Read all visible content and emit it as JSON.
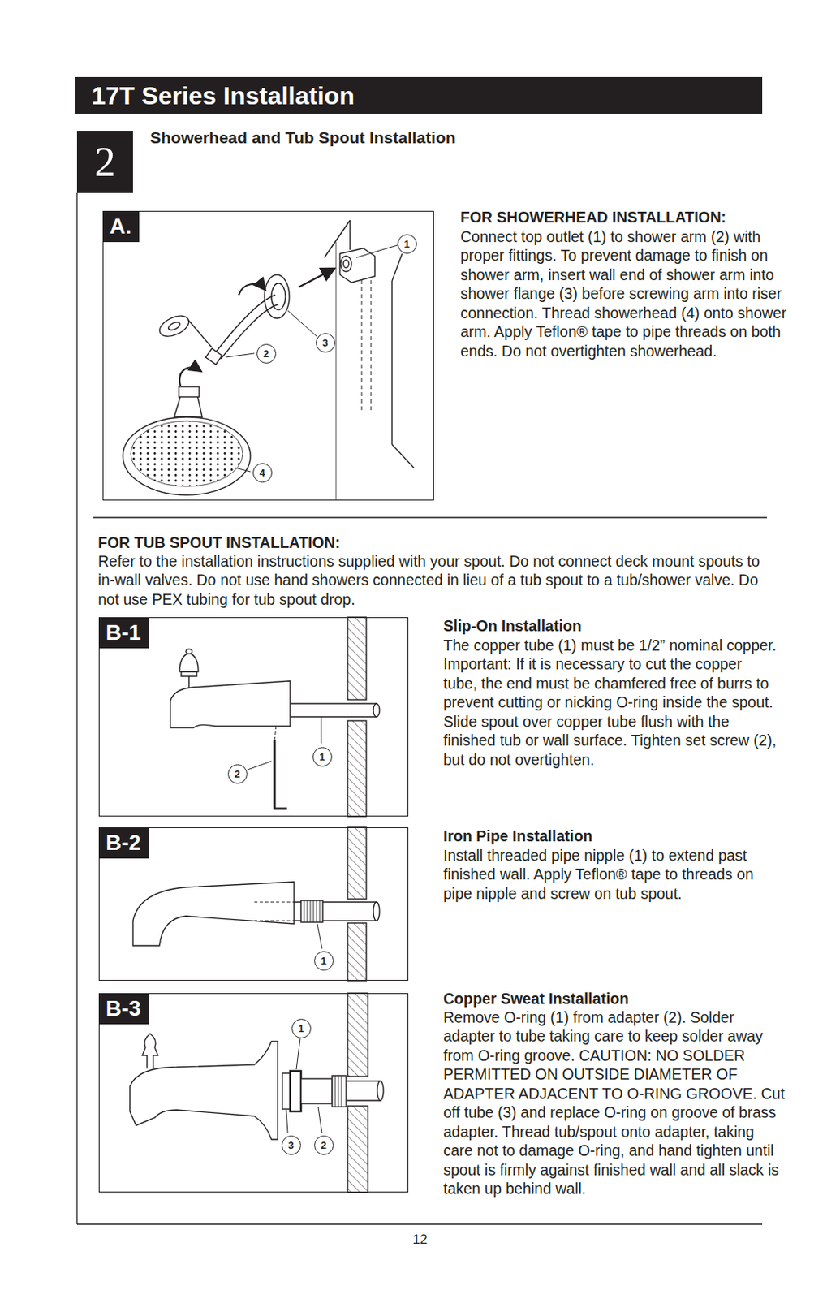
{
  "diagram": {
    "title": "17T Series Installation",
    "nodes": [
      {
        "text": [
          "2"
        ]
      },
      {
        "text": [
          "A."
        ]
      },
      {
        "text": [
          "1"
        ],
        "in": 1
      },
      {
        "text": [
          "3"
        ],
        "in": 1
      },
      {
        "text": [
          "2"
        ],
        "in": 1
      },
      {
        "text": [
          "4"
        ],
        "in": 1
      },
      {
        "text": [
          "B-1"
        ]
      },
      {
        "text": [
          "1"
        ],
        "in": 6
      },
      {
        "text": [
          "2"
        ],
        "in": 6
      },
      {
        "text": [
          "B-2"
        ]
      },
      {
        "text": [
          "1"
        ],
        "in": 9
      },
      {
        "text": [
          "B-3"
        ]
      },
      {
        "text": [
          "1"
        ],
        "in": 11
      },
      {
        "text": [
          "3"
        ],
        "in": 11
      },
      {
        "text": [
          "2"
        ],
        "in": 11
      }
    ],
    "labels": [
      "Showerhead and Tub Spout Installation",
      "FOR SHOWERHEAD INSTALLATION:",
      "Connect top outlet (1) to shower arm (2) with proper fittings. To prevent damage to finish on shower arm, insert wall end of shower arm into shower flange (3) before screwing arm into riser connection. Thread showerhead (4) onto shower arm. Apply Teflon® tape to pipe threads on both ends. Do not overtighten showerhead.",
      "FOR TUB SPOUT INSTALLATION:",
      "Refer to the installation instructions supplied with your spout. Do not connect deck mount spouts to in-wall valves. Do not use hand showers connected in lieu of a tub spout to a tub/shower valve. Do not use PEX tubing for tub spout drop.",
      "Slip-On Installation",
      "The copper tube (1) must be 1/2” nominal copper. Important: If it is necessary to cut the copper tube, the end must be chamfered free of burrs to prevent cutting or nicking O-ring inside the spout. Slide spout over copper tube flush with the finished tub or wall surface. Tighten set screw (2), but do not overtighten.",
      "Iron Pipe Installation",
      "Install threaded pipe nipple (1) to extend past finished wall. Apply Teflon® tape to threads on pipe nipple and screw on tub spout.",
      "Copper Sweat Installation",
      "Remove O-ring (1) from adapter (2). Solder adapter to tube taking care to keep solder away from O-ring groove. CAUTION: NO SOLDER PERMITTED ON OUTSIDE DIAMETER OF ADAPTER ADJACENT TO O-RING GROOVE. Cut off tube (3) and replace O-ring on groove of brass adapter. Thread tub/spout onto adapter, taking care not to damage O-ring, and hand tighten until spout is firmly against finished wall and all slack is taken up behind wall.",
      "12"
    ]
  }
}
